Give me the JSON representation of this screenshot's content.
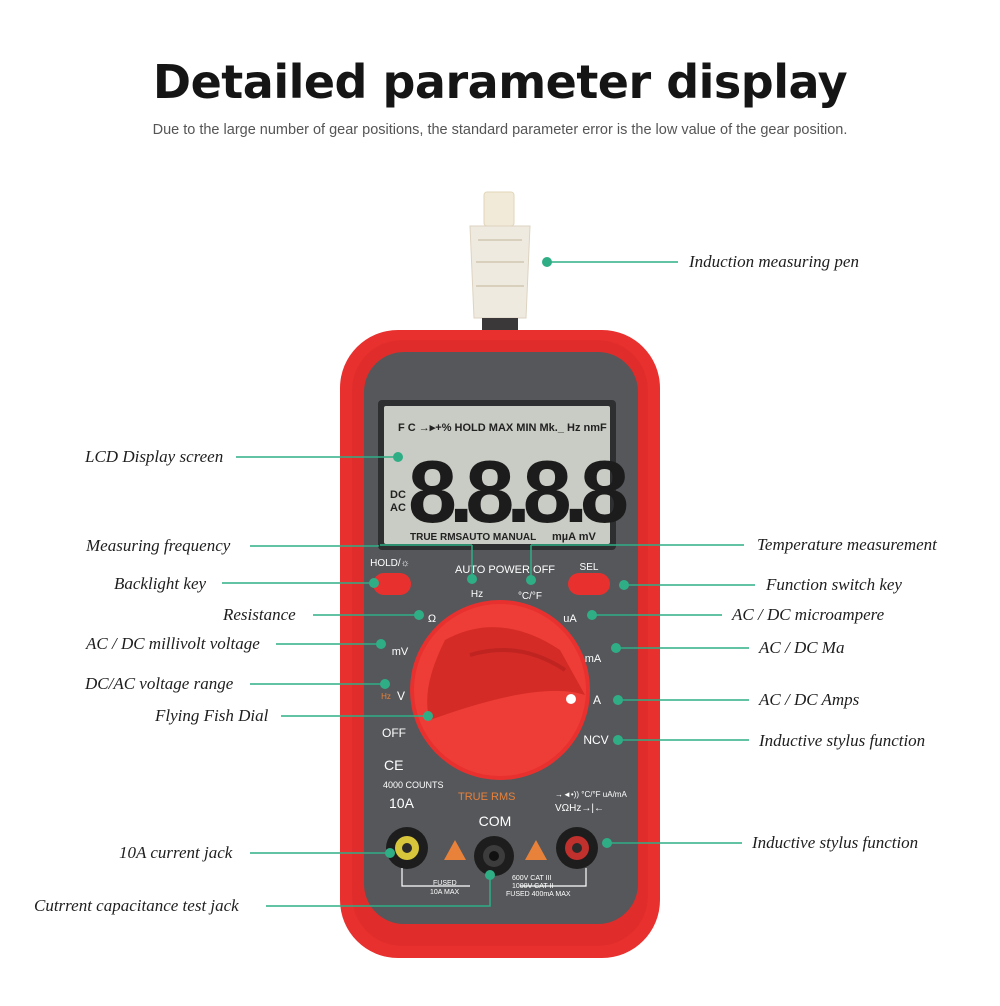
{
  "title": "Detailed parameter display",
  "subtitle": "Due to the large number of gear positions, the standard parameter error is the low value of the gear position.",
  "callouts": {
    "induction_pen": "Induction measuring pen",
    "lcd": "LCD Display screen",
    "freq": "Measuring frequency",
    "backlight": "Backlight key",
    "resistance": "Resistance",
    "mv": "AC / DC millivolt voltage",
    "voltage_range": "DC/AC voltage range",
    "dial": "Flying Fish Dial",
    "jack_10a": "10A current jack",
    "cap_jack": "Cutrrent capacitance test jack",
    "temp": "Temperature measurement",
    "func_switch": "Function switch key",
    "ua": "AC / DC microampere",
    "ma": "AC / DC Ma",
    "amps": "AC / DC Amps",
    "ncv_fn": "Inductive stylus function",
    "vjack_fn": "Inductive stylus function"
  },
  "lcd": {
    "top": "F C →▸+% HOLD MAX MIN Mk._ Hz nmF",
    "digits": "8.8.8.8",
    "dc": "DC",
    "ac": "AC",
    "bottom_left": "TRUE RMS",
    "bottom_mid": "AUTO MANUAL",
    "bottom_right": "mµA mV"
  },
  "panel": {
    "hold": "HOLD/☼",
    "auto_power_off": "AUTO POWER OFF",
    "sel": "SEL",
    "hz": "Hz",
    "temp_unit": "°C/°F",
    "ohm": "Ω",
    "mv": "mV",
    "v": "V",
    "hz_small": "Hz",
    "off": "OFF",
    "ua": "uA",
    "ma": "mA",
    "a": "A",
    "ncv": "NCV",
    "ce": "CE",
    "counts": "4000 COUNTS",
    "ten_a": "10A",
    "true_rms": "TRUE RMS",
    "com": "COM",
    "right_symbols": "→◄•)) °C/°F uA/mA",
    "right_symbols2": "VΩHz→|←",
    "fused": "FUSED",
    "ten_a_max": "10A MAX",
    "cat1": "600V CAT III",
    "cat2": "1000V CAT II",
    "fused2": "FUSED 400mA MAX"
  },
  "colors": {
    "callout_line": "#2fae86",
    "body_red": "#e8312f",
    "panel_gray": "#55575a",
    "lcd_bg": "#c9ccc4",
    "accent_orange": "#e8813a"
  }
}
